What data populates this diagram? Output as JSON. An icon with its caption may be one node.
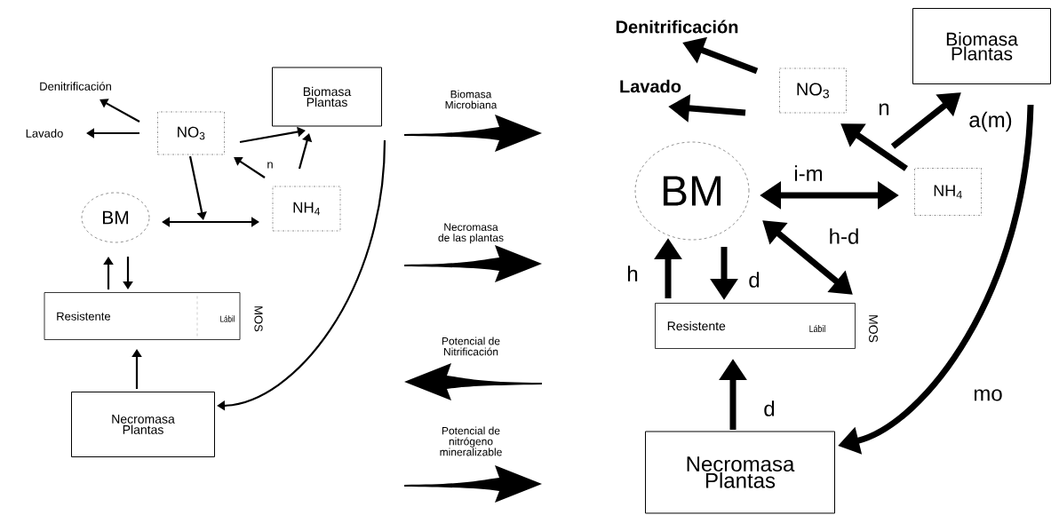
{
  "diagram": {
    "nodes": [
      {
        "text": [
          "Denitrificación"
        ]
      },
      {
        "text": [
          "Lavado"
        ]
      },
      {
        "text": [
          "NO$_{3}$"
        ]
      },
      {
        "text": [
          "Biomasa Plantas"
        ]
      },
      {
        "text": [
          "NH$_{4}$"
        ]
      },
      {
        "text": [
          "BM"
        ]
      },
      {
        "text": [
          "Resistente",
          "Lábil"
        ],
        "beside": [
          "MOS"
        ]
      },
      {
        "text": [
          "Necromasa Plantas"
        ]
      },
      {
        "text": [
          "Denitrificación"
        ]
      },
      {
        "text": [
          "Lavado"
        ]
      },
      {
        "text": [
          "NO$_{3}$"
        ]
      },
      {
        "text": [
          "Biomasa Plantas"
        ]
      },
      {
        "text": [
          "BM"
        ]
      },
      {
        "text": [
          "NH$_{4}$"
        ]
      },
      {
        "text": [
          "Resistente",
          "Lábil"
        ],
        "beside": [
          "MOS"
        ]
      },
      {
        "text": [
          "Necromasa Plantas"
        ]
      }
    ],
    "edges": [
      {
        "from": 2,
        "to": 0,
        "arrow": "to"
      },
      {
        "from": 2,
        "to": 1,
        "arrow": "to"
      },
      {
        "from": 2,
        "to": 3,
        "arrow": "to"
      },
      {
        "from": 4,
        "to": 2,
        "arrow": "to",
        "label": "n"
      },
      {
        "from": 4,
        "to": 3,
        "arrow": "to"
      },
      {
        "from": 5,
        "to": 4,
        "arrow": "both"
      },
      {
        "from": 2,
        "to": null,
        "arrow": "to"
      },
      {
        "from": 6,
        "to": 5,
        "arrow": "to"
      },
      {
        "from": 5,
        "to": 6,
        "arrow": "to"
      },
      {
        "from": 7,
        "to": 6,
        "arrow": "to"
      },
      {
        "from": 3,
        "to": 7,
        "arrow": "to"
      },
      {
        "from": 10,
        "to": 8,
        "arrow": "to",
        "style": "thick"
      },
      {
        "from": 10,
        "to": 9,
        "arrow": "to",
        "style": "thick"
      },
      {
        "from": 13,
        "to": 10,
        "arrow": "to",
        "label": "n",
        "style": "thick"
      },
      {
        "from": 13,
        "to": 11,
        "arrow": "to",
        "label": "a(m)",
        "style": "thick"
      },
      {
        "from": 12,
        "to": 13,
        "arrow": "both",
        "label": "i-m",
        "style": "thick"
      },
      {
        "from": 12,
        "to": 14,
        "arrow": "both",
        "label": "h-d",
        "style": "thick"
      },
      {
        "from": 14,
        "to": 12,
        "arrow": "to",
        "label": "h",
        "style": "thick"
      },
      {
        "from": 12,
        "to": 14,
        "arrow": "to",
        "label": "d",
        "style": "thick"
      },
      {
        "from": 15,
        "to": 14,
        "arrow": "to",
        "label": "d",
        "style": "thick"
      },
      {
        "from": 11,
        "to": 15,
        "arrow": "to",
        "label": "mo",
        "style": "thick"
      }
    ],
    "labels": [
      "Biomasa Microbiana",
      "Necromasa de las plantas",
      "Potencial de Nitrificación",
      "Potencial de nitrógeno mineralizable"
    ]
  }
}
